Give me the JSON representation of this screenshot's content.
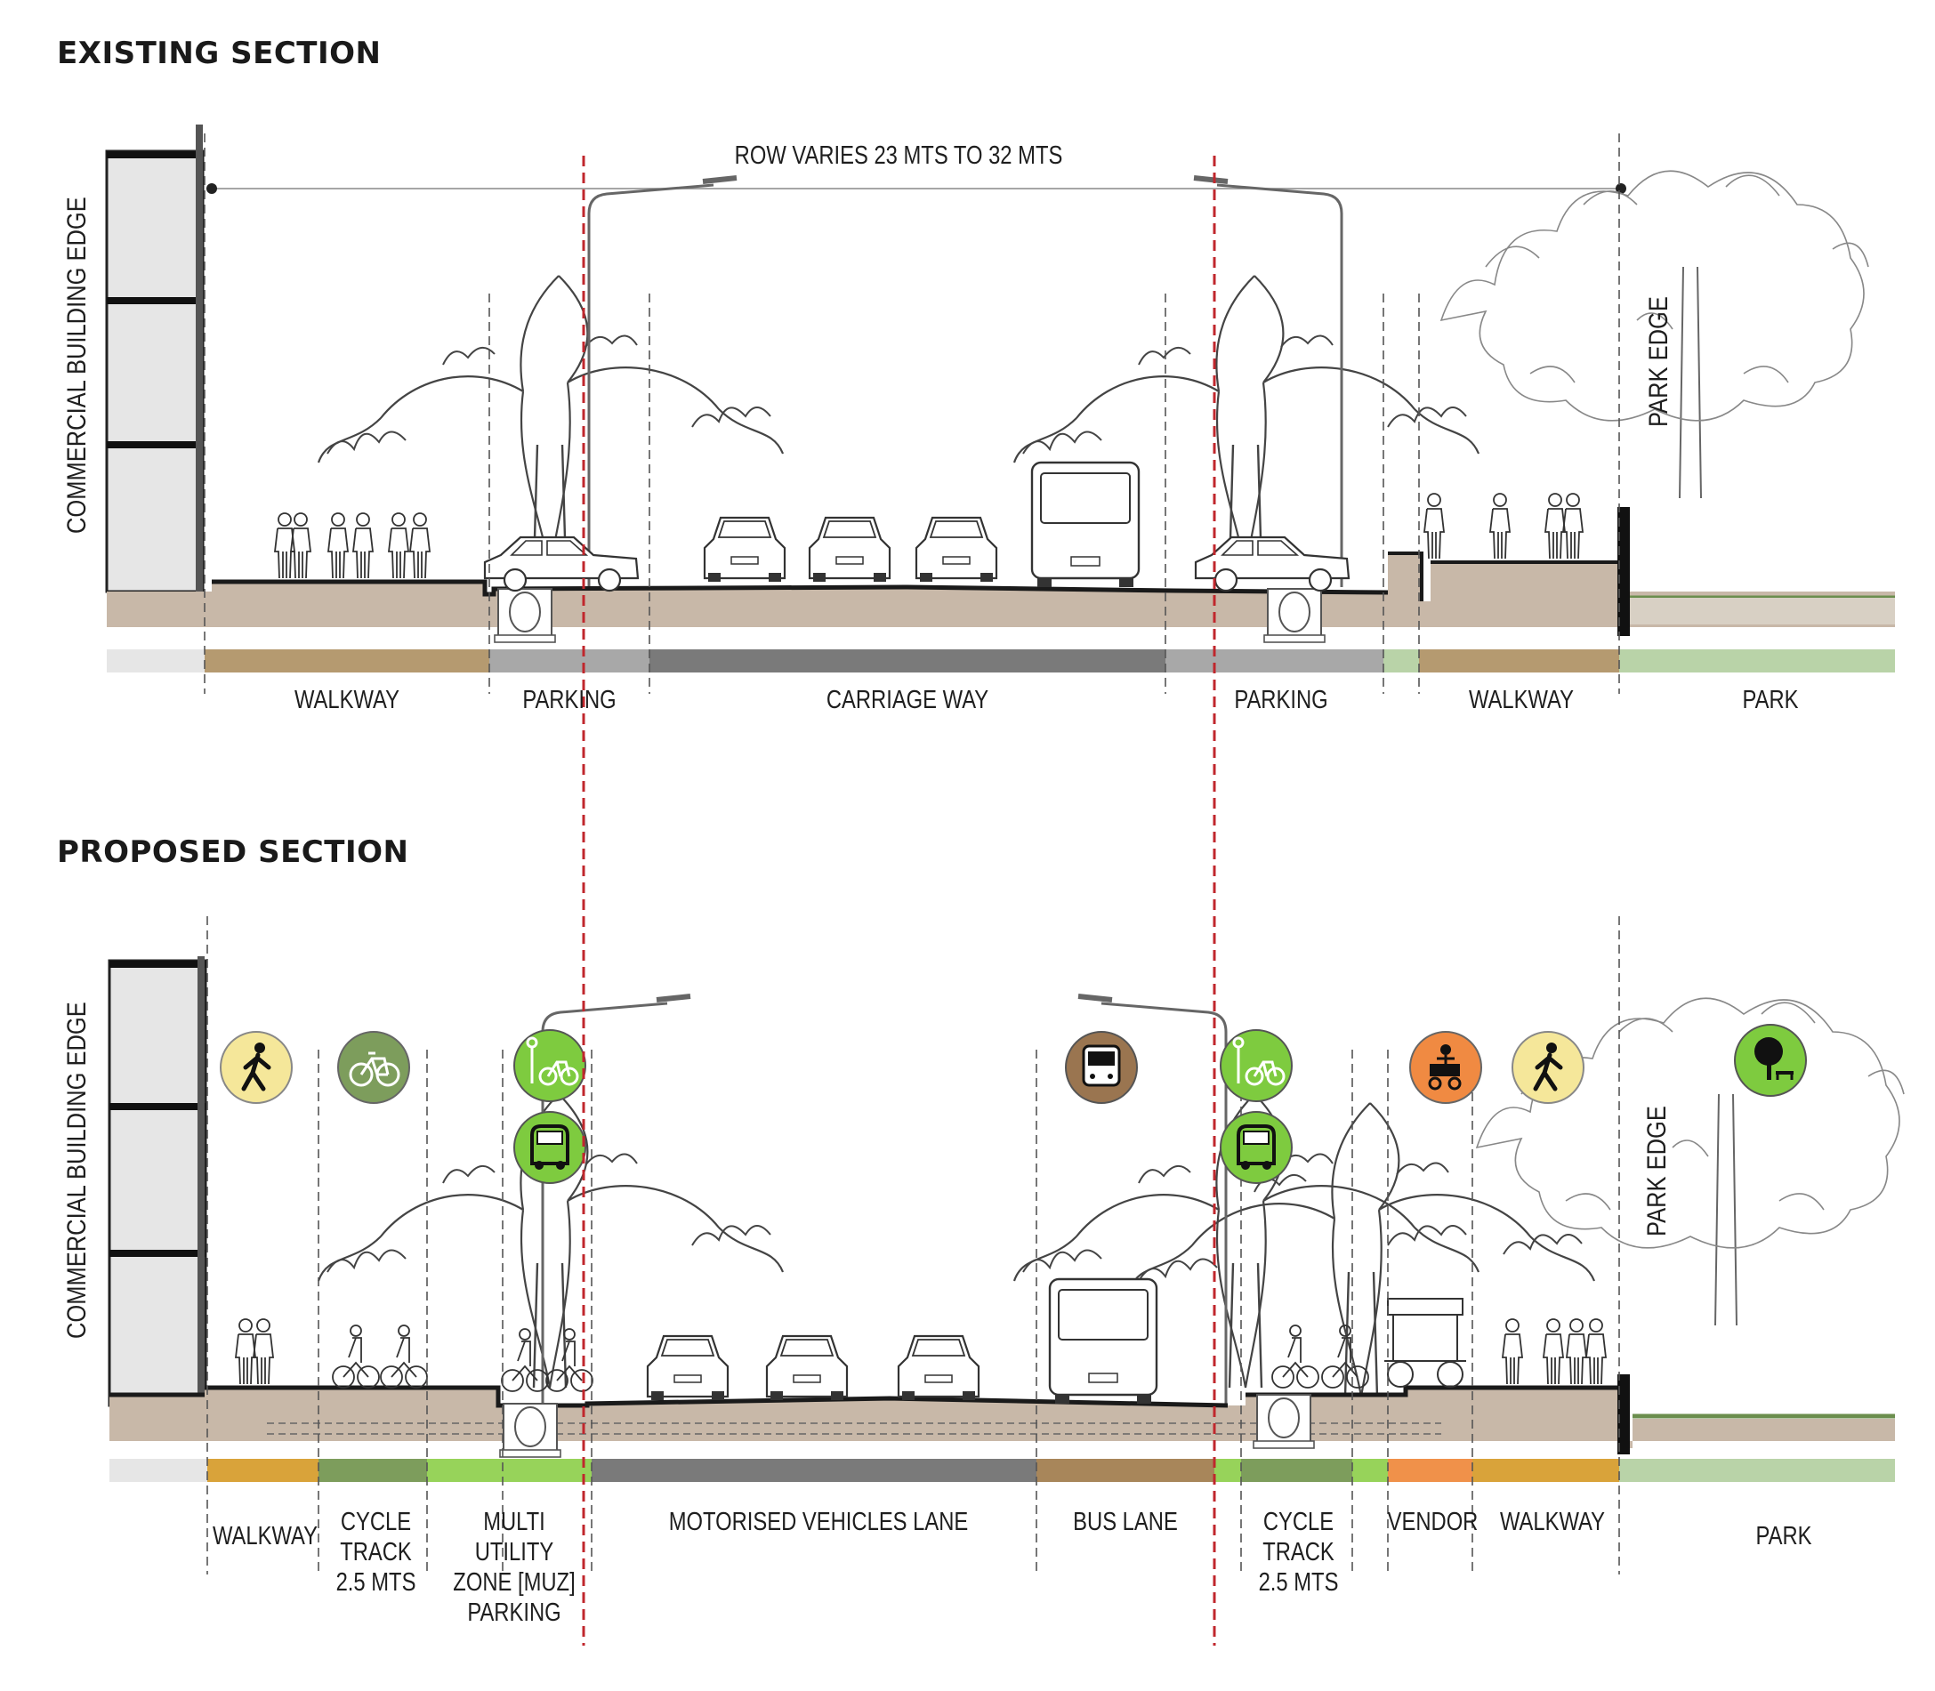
{
  "colors": {
    "ground": "#c8b8a8",
    "road": "#4d4d4d",
    "walkway_band": "#b59a70",
    "parking_band": "#a8a8a8",
    "carriage_band": "#7a7a7a",
    "park_band": "#b9d3a8",
    "cycle_band": "#7d9d5c",
    "muz_band": "#97d35a",
    "bus_band": "#a8865a",
    "vendor_band": "#f0914a",
    "walk_band_proposed": "#d9a33a",
    "cut_line": "#c0272d",
    "building": "#e6e6e6",
    "icon_walk": "#f5e79a",
    "icon_cycle": "#7d9d5c",
    "icon_green": "#7ecb3f",
    "icon_bus": "#9a7550",
    "icon_vendor": "#f08a42"
  },
  "existing": {
    "heading": "EXISTING SECTION",
    "row_label": "ROW VARIES 23 MTS TO 32 MTS",
    "building_edge": "COMMERCIAL BUILDING EDGE",
    "park_edge": "PARK EDGE",
    "zones": [
      "WALKWAY",
      "PARKING",
      "CARRIAGE WAY",
      "PARKING",
      "WALKWAY",
      "PARK"
    ]
  },
  "proposed": {
    "heading": "PROPOSED SECTION",
    "building_edge": "COMMERCIAL BUILDING EDGE",
    "park_edge": "PARK EDGE",
    "zones": [
      "WALKWAY",
      "CYCLE\nTRACK\n2.5 MTS",
      "MULTI\nUTILITY\nZONE [MUZ]\nPARKING",
      "MOTORISED VEHICLES LANE",
      "BUS LANE",
      "CYCLE\nTRACK\n2.5 MTS",
      "VENDOR",
      "WALKWAY",
      "PARK"
    ],
    "icons": [
      "pedestrian-icon",
      "cycle-icon",
      "cycle-stand-icon",
      "auto-rickshaw-icon",
      "bus-icon",
      "cycle-stand-icon",
      "auto-rickshaw-icon",
      "vendor-cart-icon",
      "pedestrian-icon",
      "tree-icon"
    ]
  }
}
